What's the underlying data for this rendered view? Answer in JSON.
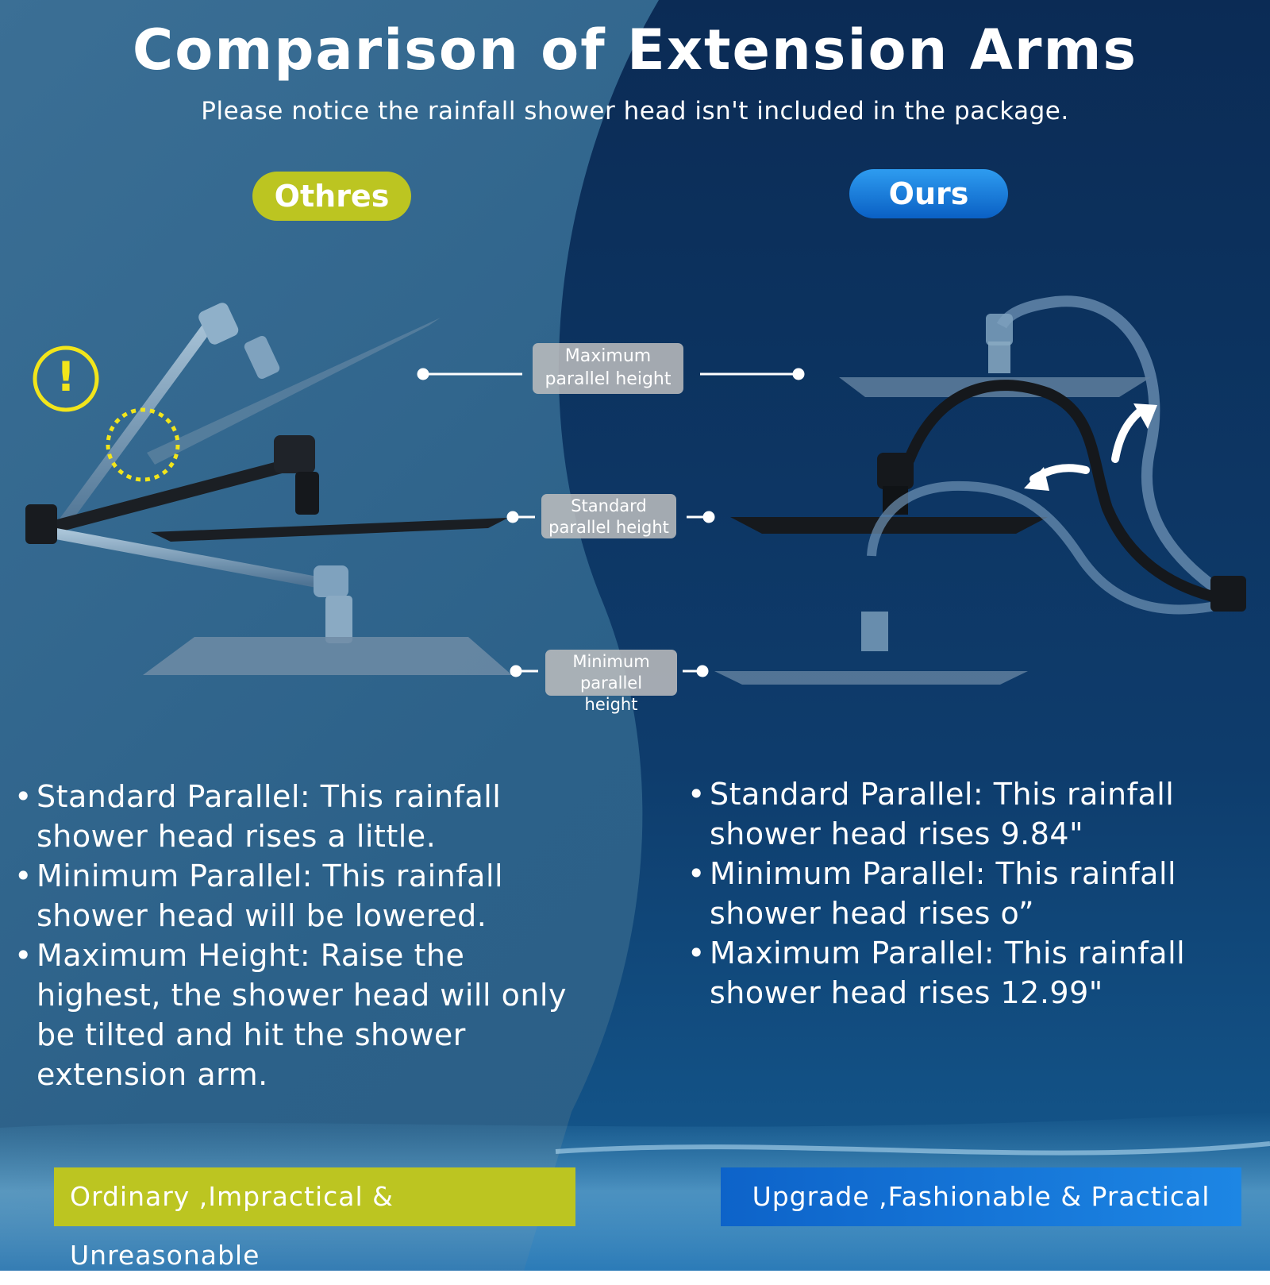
{
  "title": "Comparison of Extension Arms",
  "subtitle": "Please notice the rainfall shower head isn't included in the package.",
  "labels": {
    "others": "Othres",
    "ours": "Ours"
  },
  "height_tags": {
    "maximum": [
      "Maximum",
      "parallel height"
    ],
    "standard": [
      "Standard",
      "parallel height"
    ],
    "minimum": [
      "Minimum",
      "parallel height"
    ]
  },
  "warning_icon_text": "!",
  "others_points": [
    "Standard Parallel: This rainfall shower head rises a little.",
    "Minimum Parallel: This rainfall shower head will be lowered.",
    "Maximum Height: Raise the highest, the shower head will only be tilted and hit the shower extension arm."
  ],
  "ours_points": [
    "Standard Parallel: This rainfall shower head rises 9.84\"",
    "Minimum Parallel: This rainfall shower head rises o”",
    "Maximum Parallel: This rainfall shower head rises 12.99\""
  ],
  "bullet_symbol": "•",
  "banners": {
    "others": "Ordinary ,Impractical & Unreasonable",
    "ours": "Upgrade ,Fashionable & Practical"
  },
  "colors": {
    "accent_yellow_green": "#bcc521",
    "accent_blue": "#1477d8",
    "warning_yellow": "#f2e51b",
    "background_left": "#2c6189",
    "background_right": "#0e3866"
  }
}
